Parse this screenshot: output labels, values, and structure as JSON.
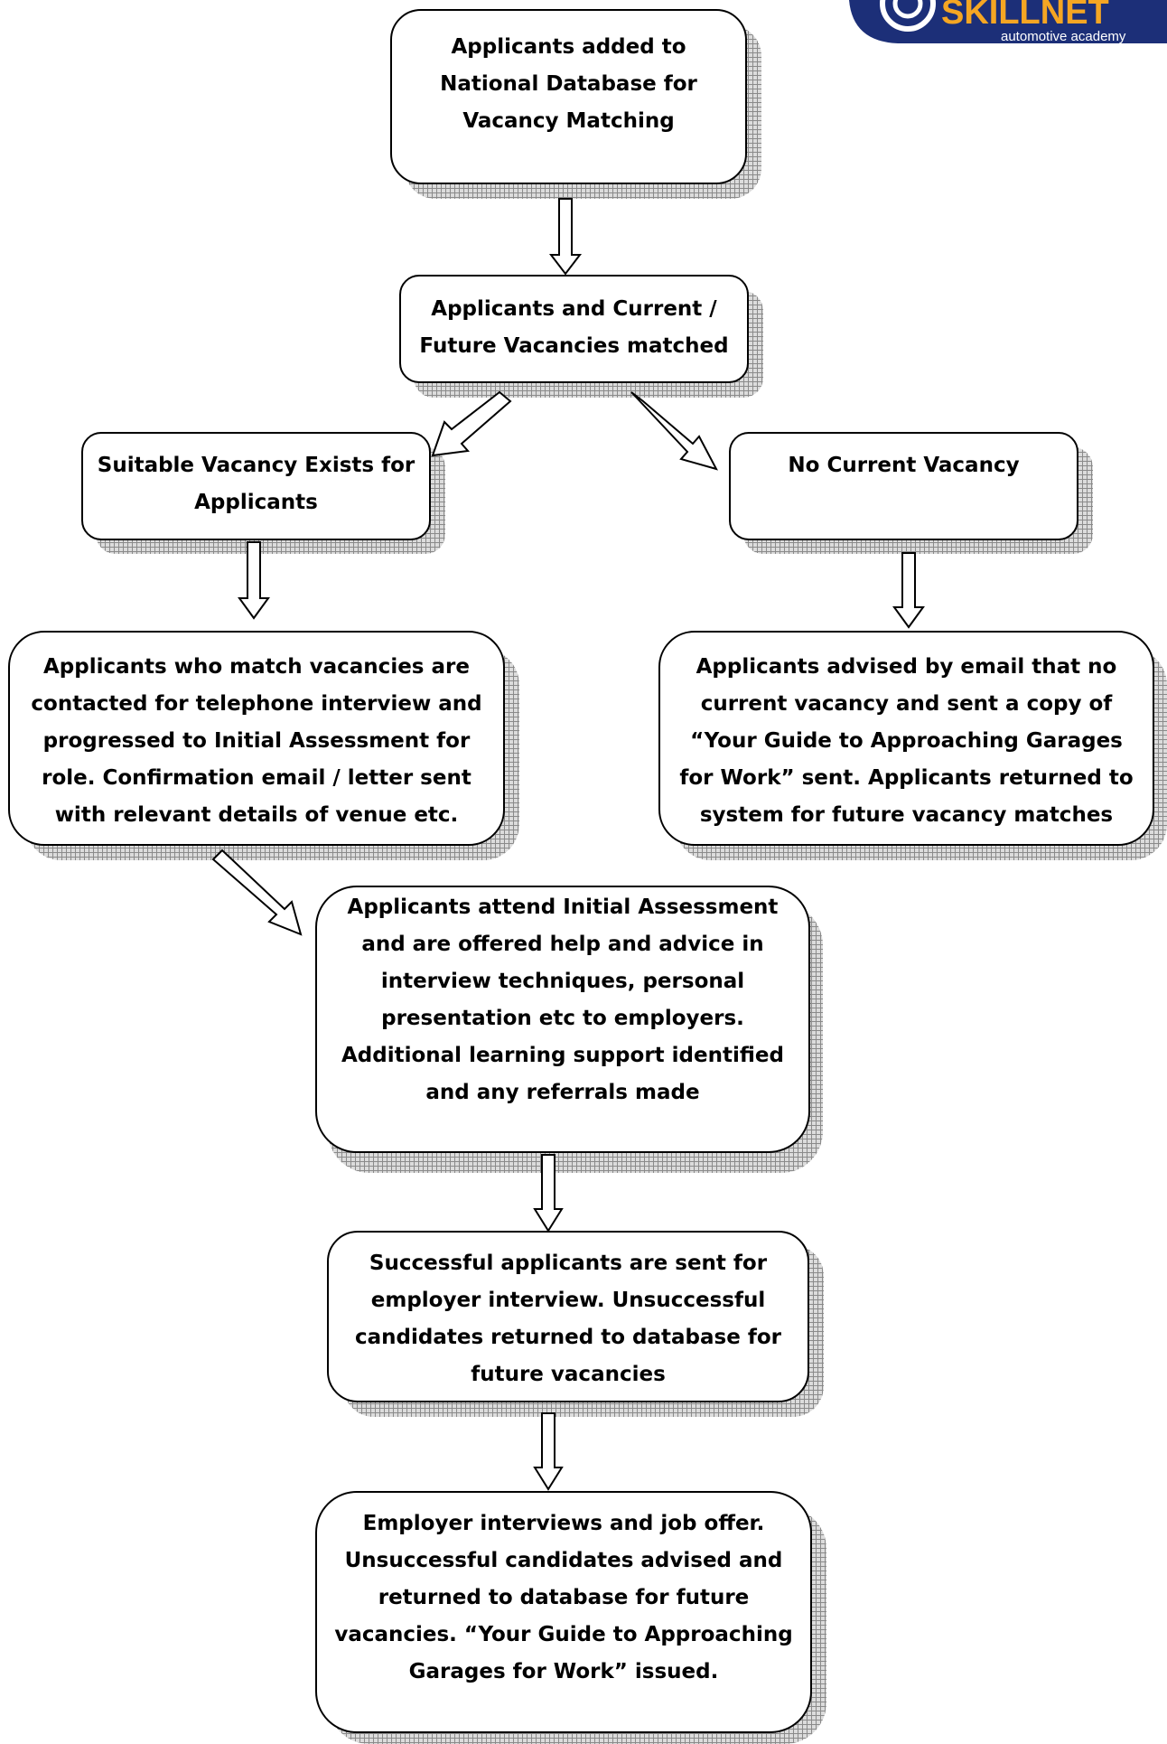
{
  "logo": {
    "name": "SKILLNET",
    "tagline": "automotive academy",
    "colors": {
      "blue": "#1c2f78",
      "orange": "#f5a623"
    }
  },
  "nodes": {
    "n1": "Applicants added to\nNational Database for\nVacancy Matching",
    "n2": "Applicants and Current /\nFuture Vacancies matched",
    "n3": "Suitable Vacancy Exists for\nApplicants",
    "n4": "No Current Vacancy",
    "n5": "Applicants who match vacancies are\ncontacted for telephone interview and\nprogressed to Initial Assessment for\nrole.  Confirmation email / letter sent\nwith relevant details of venue etc.",
    "n6": "Applicants advised by email that no\ncurrent vacancy and sent a copy of\n“Your Guide to Approaching Garages\nfor Work” sent.  Applicants returned to\nsystem for future vacancy matches",
    "n7": "Applicants attend Initial Assessment\nand are offered help and advice in\ninterview techniques, personal\npresentation etc to employers.\nAdditional learning support identified\nand any referrals made",
    "n8": "Successful applicants are sent for\nemployer interview.  Unsuccessful\ncandidates returned to database for\nfuture vacancies",
    "n9": "Employer interviews and job offer.\nUnsuccessful candidates advised and\nreturned to database for future\nvacancies.  “Your Guide to Approaching\nGarages for Work” issued."
  }
}
